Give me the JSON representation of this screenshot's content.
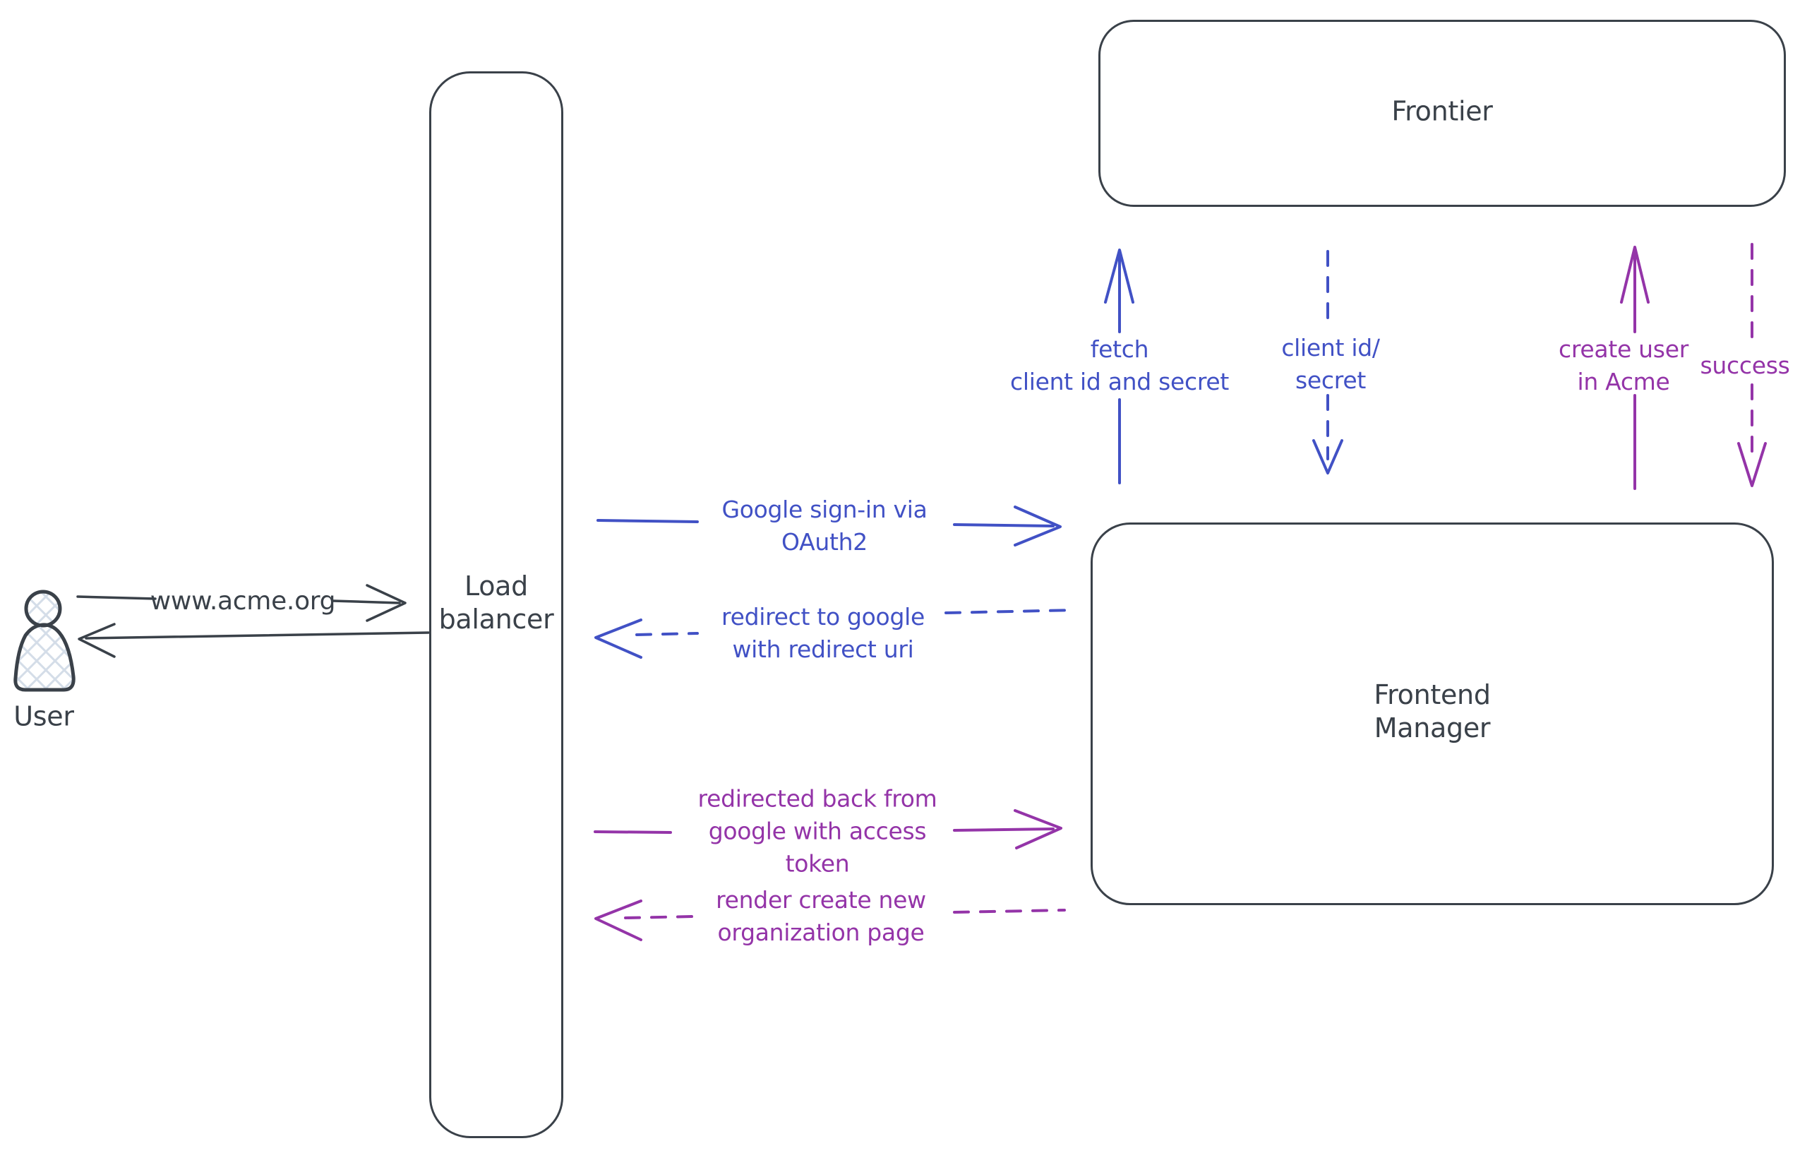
{
  "colors": {
    "ink": "#3a4149",
    "blue": "#4151c5",
    "purple": "#9434a8",
    "hatch": "#d4dde8",
    "bg": "#ffffff"
  },
  "nodes": {
    "user": {
      "label": "User"
    },
    "load_balancer": {
      "label": "Load\nbalancer"
    },
    "frontier": {
      "label": "Frontier"
    },
    "frontend_manager": {
      "label": "Frontend\nManager"
    }
  },
  "arrows": {
    "acme_request": {
      "label": "www.acme.org",
      "style": "solid",
      "from": "user",
      "to": "load_balancer"
    },
    "acme_response": {
      "style": "solid",
      "from": "load_balancer",
      "to": "user"
    },
    "google_signin": {
      "label": "Google sign-in via\nOAuth2",
      "style": "solid",
      "from": "load_balancer",
      "to": "frontend_manager"
    },
    "redirect_google": {
      "label": "redirect to google\nwith redirect uri",
      "style": "dashed",
      "from": "frontend_manager",
      "to": "load_balancer"
    },
    "fetch_client": {
      "label": "fetch\nclient id and secret",
      "style": "solid",
      "from": "frontend_manager",
      "to": "frontier"
    },
    "client_id_secret": {
      "label": "client id/\nsecret",
      "style": "dashed",
      "from": "frontier",
      "to": "frontend_manager"
    },
    "redirected_back": {
      "label": "redirected back from\ngoogle with access\ntoken",
      "style": "solid",
      "from": "load_balancer",
      "to": "frontend_manager"
    },
    "render_org_page": {
      "label": "render create new\norganization page",
      "style": "dashed",
      "from": "frontend_manager",
      "to": "load_balancer"
    },
    "create_user": {
      "label": "create user\nin Acme",
      "style": "solid",
      "from": "frontend_manager",
      "to": "frontier"
    },
    "success": {
      "label": "success",
      "style": "dashed",
      "from": "frontier",
      "to": "frontend_manager"
    }
  }
}
